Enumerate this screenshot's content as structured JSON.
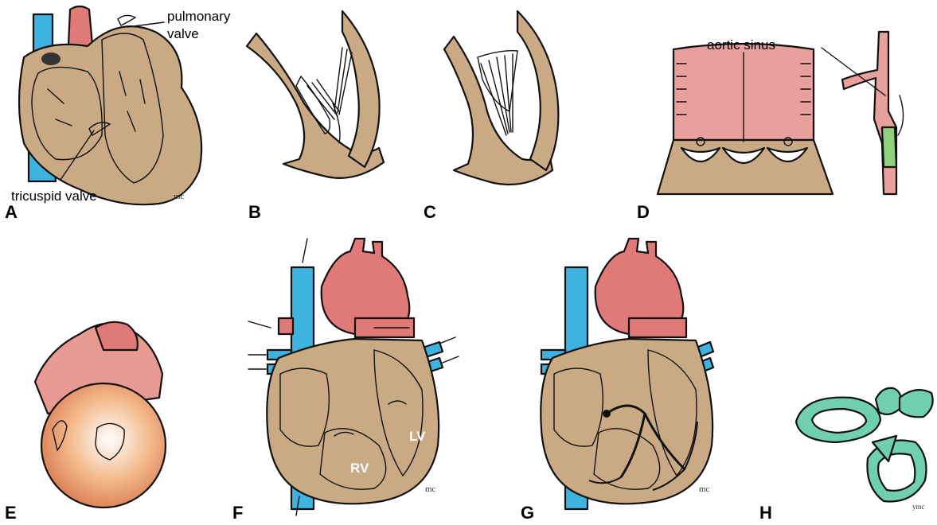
{
  "panels": {
    "a": {
      "letter": "A",
      "callouts": {
        "pulmonary_line1": "pulmonary",
        "pulmonary_line2": "valve",
        "tricuspid": "tricuspid valve"
      }
    },
    "b": {
      "letter": "B"
    },
    "c": {
      "letter": "C"
    },
    "d": {
      "letter": "D",
      "callouts": {
        "aortic_sinus": "aortic sinus"
      }
    },
    "e": {
      "letter": "E"
    },
    "f": {
      "letter": "F",
      "chambers": {
        "rv": "RV",
        "lv": "LV"
      }
    },
    "g": {
      "letter": "G"
    },
    "h": {
      "letter": "H"
    }
  },
  "colors": {
    "muscle": "#c9aa84",
    "artery": "#e07a78",
    "vein": "#3fb3e0",
    "valve_ring": "#6fcfb0",
    "background": "#ffffff",
    "ink": "#111111"
  }
}
